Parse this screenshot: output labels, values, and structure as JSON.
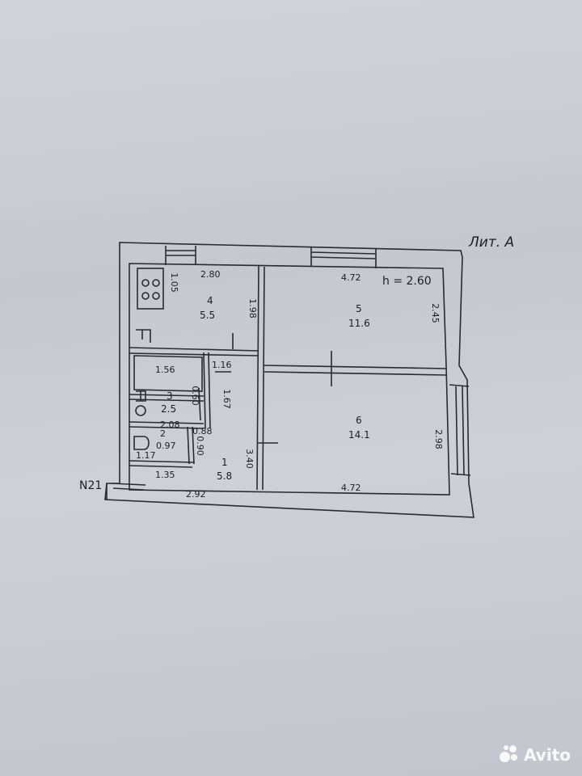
{
  "plan": {
    "liter": "Лит. А",
    "height": "h = 2.60",
    "apartment": "N21",
    "rooms": [
      {
        "num": "1",
        "area": "5.8"
      },
      {
        "num": "2",
        "area": "0.97"
      },
      {
        "num": "3",
        "area": "2.5"
      },
      {
        "num": "4",
        "area": "5.5"
      },
      {
        "num": "5",
        "area": "11.6"
      },
      {
        "num": "6",
        "area": "14.1"
      }
    ],
    "dims": {
      "kitchen_top": "2.80",
      "kitchen_left": "1.05",
      "kitchen_right": "1.98",
      "bath_width": "1.56",
      "corridor_top": "1.16",
      "bath_side": "1.67",
      "bath_small": "0.60",
      "wc_top": "0.88",
      "wc_side": "0.90",
      "wc_right": "2.08",
      "wc_bottom": "1.17",
      "hall_left": "1.35",
      "hall_bottom": "2.92",
      "hall_right": "3.40",
      "room5_top": "4.72",
      "room5_right": "2.45",
      "room6_bottom": "4.72",
      "room6_right": "2.98"
    }
  },
  "watermark": {
    "text": "Avito"
  }
}
